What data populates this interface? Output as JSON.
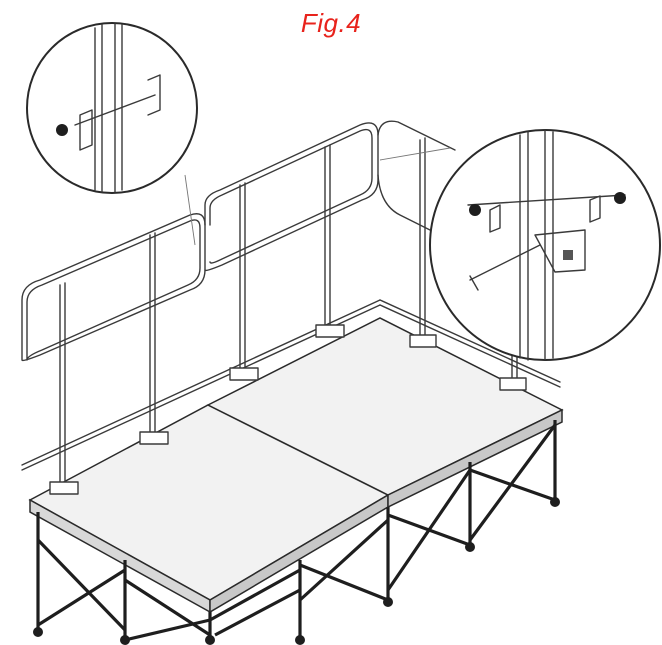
{
  "figure": {
    "label": "Fig.4"
  },
  "components": {
    "stage_platforms": 2,
    "callouts": [
      "handrail-bracket-detail-left",
      "handrail-bracket-detail-right"
    ]
  },
  "colors": {
    "label": "#e8231c",
    "lines": "#3a3a3a",
    "frame": "#1e1e1e",
    "deck": "#f2f2f2"
  }
}
